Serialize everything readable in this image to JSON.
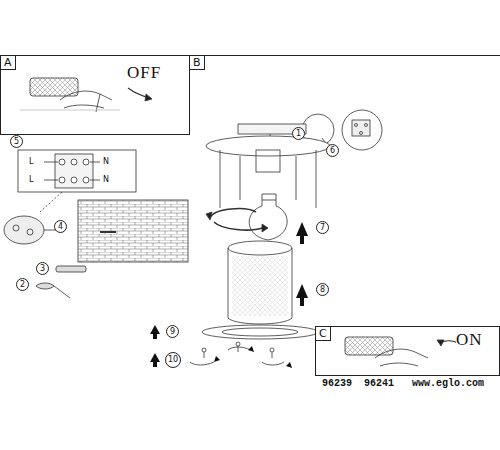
{
  "diagram": {
    "nodes": [
      {
        "text": [
          "A",
          "OFF"
        ]
      },
      {
        "text": [
          "B"
        ]
      },
      {
        "text": [
          "5"
        ]
      },
      {
        "text": [
          "4"
        ]
      },
      {
        "text": [
          "3"
        ]
      },
      {
        "text": [
          "2"
        ]
      },
      {
        "text": [
          "1"
        ],
        "in": 1
      },
      {
        "text": [
          "6"
        ],
        "in": 1
      },
      {
        "text": [
          "7"
        ],
        "in": 1
      },
      {
        "text": [
          "8"
        ],
        "in": 1
      },
      {
        "text": [
          "9"
        ],
        "in": 1
      },
      {
        "text": [
          "10"
        ],
        "in": 1
      },
      {
        "text": [
          "C",
          "ON"
        ],
        "in": 1
      }
    ],
    "edges": [],
    "labels": [
      "L",
      "N",
      "L",
      "N",
      "96239",
      "96241",
      "www.eglo.com"
    ]
  }
}
